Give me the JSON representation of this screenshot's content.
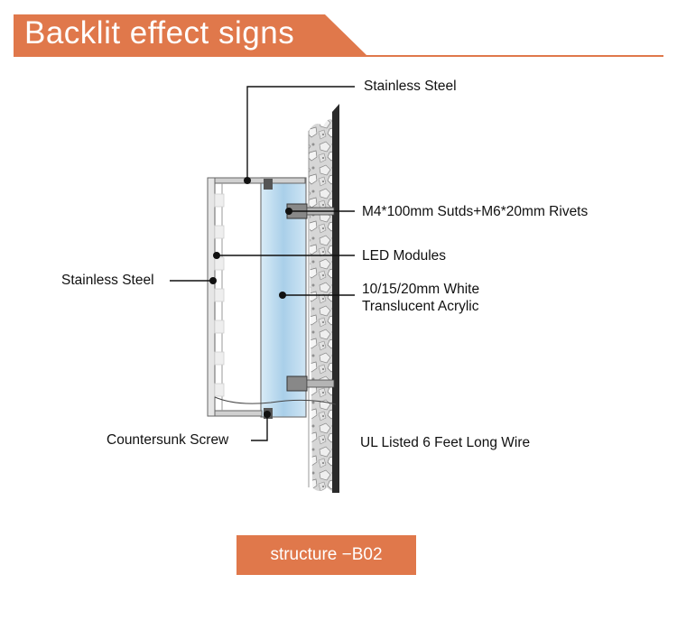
{
  "header": {
    "title": "Backlit effect signs"
  },
  "labels": {
    "stainless_steel_top": "Stainless Steel",
    "studs_rivets": "M4*100mm Sutds+M6*20mm Rivets",
    "led_modules": "LED Modules",
    "acrylic_line1": "10/15/20mm White",
    "acrylic_line2": "Translucent Acrylic",
    "stainless_steel_left": "Stainless Steel",
    "countersunk_screw": "Countersunk Screw",
    "ul_wire": "UL Listed 6 Feet Long Wire"
  },
  "footer": {
    "badge": "structure −B02"
  },
  "colors": {
    "accent": "#e0784b",
    "acrylic": "#a8cde8",
    "wall": "#2a2a2a"
  }
}
